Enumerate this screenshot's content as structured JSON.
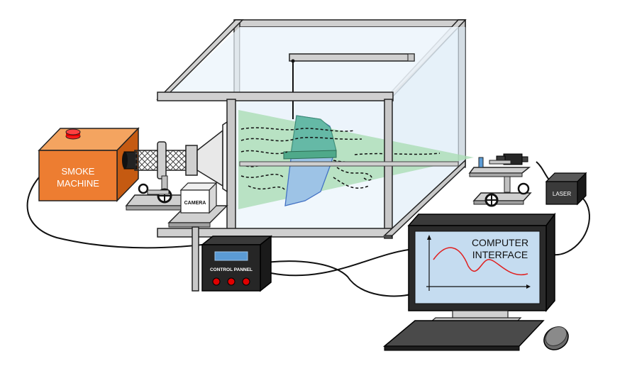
{
  "smoke_machine": {
    "label_line1": "SMOKE",
    "label_line2": "MACHINE"
  },
  "camera": {
    "label": "CAMERA"
  },
  "control_panel": {
    "label": "CONTROL PANNEL"
  },
  "laser": {
    "label": "LASER"
  },
  "computer": {
    "label_line1": "COMPUTER",
    "label_line2": "INTERFACE"
  },
  "colors": {
    "smoke_machine": "#ed7d31",
    "laser_sheet": "#a9dcb4",
    "wing": "#9dc3e6",
    "wing_upper": "#5fb8a0",
    "frame": "#bfbfbf",
    "screen": "#c5dcf0",
    "graph_curve": "#e02020",
    "buttons": "#e00000",
    "display": "#5b9bd5"
  }
}
